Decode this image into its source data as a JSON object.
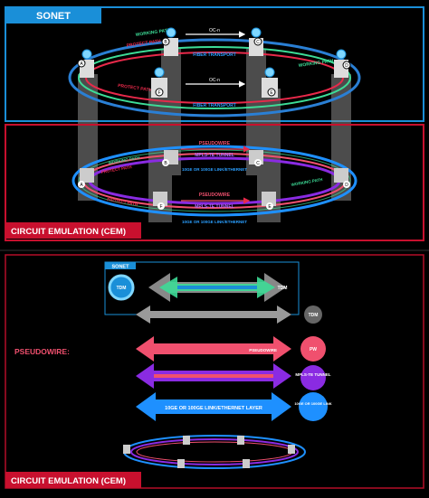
{
  "top": {
    "sonet_label": "SONET",
    "working_path": "WORKING PATH",
    "protect_path": "PROTECT PATH",
    "oc_n": "OC-n",
    "fiber_transport": "FIBER TRANSPORT",
    "cem_label": "CIRCUIT EMULATION  (CEM)",
    "pseudowire": "PSEUDOWIRE",
    "mpls_te_tunnel": "MPLS-TE TUNNEL",
    "link": "10GE OR 100GE LINK/ETHERNET",
    "nodes": [
      "A",
      "B",
      "C",
      "D",
      "E",
      "F"
    ]
  },
  "bottom": {
    "sonet_label": "SONET",
    "tdm": "TDM",
    "pseudowire_heading": "PSEUDOWIRE:",
    "pw": "PW",
    "mpls_te_tunnel": "MPLS-TE TUNNEL",
    "link_layer": "10GE OR 100GE LINK/ETHERNET LAYER",
    "link_circle": "10GE OR 100GE LINK",
    "cem_label": "CIRCUIT EMULATION  (CEM)"
  },
  "colors": {
    "sonet_blue": "#1a8fd8",
    "cem_red": "#c8102e",
    "working_green": "#3ddc97",
    "protect_red": "#e8294a",
    "pseudowire_pink": "#f0506e",
    "mpls_purple": "#8a2be2",
    "link_blue": "#1e90ff",
    "fiber_blue": "#2a7fd4",
    "grey": "#9a9a9a"
  }
}
